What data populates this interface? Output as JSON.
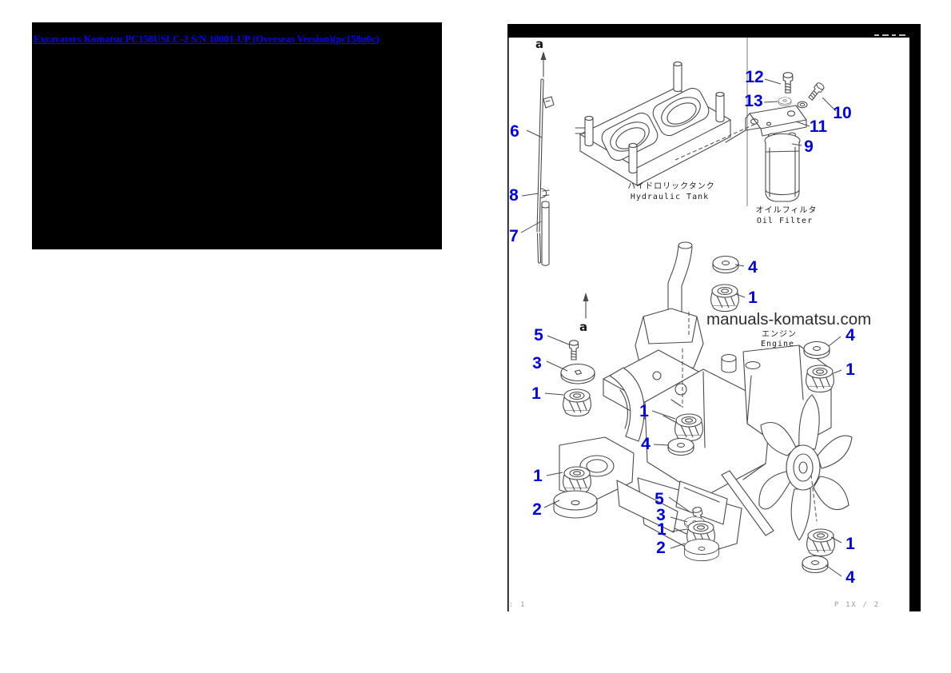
{
  "link": {
    "text": "Excavators Komatsu PC158USLC-2 S/N 10001-UP (Overseas Version)(pc158u0c)",
    "color": "#0000ff"
  },
  "watermark": "manuals-komatsu.com",
  "footer": {
    "left": ": 1",
    "right": "P 1X / 2"
  },
  "view_labels": {
    "top": "a",
    "engine": "a"
  },
  "component_labels": {
    "tank_jp": "ハイドロリックタンク",
    "tank_en": "Hydraulic Tank",
    "filter_jp": "オイルフィルタ",
    "filter_en": "Oil Filter",
    "engine_jp": "エンジン",
    "engine_en": "Engine"
  },
  "colors": {
    "callout": "#0000dd",
    "link": "#0000ff",
    "drawing_line": "#4a4a4a",
    "watermark": "#2e2e2e",
    "panel_frame": "#000000"
  },
  "callouts": [
    {
      "n": "6"
    },
    {
      "n": "8"
    },
    {
      "n": "7"
    },
    {
      "n": "12"
    },
    {
      "n": "13"
    },
    {
      "n": "10"
    },
    {
      "n": "11"
    },
    {
      "n": "9"
    },
    {
      "n": "4"
    },
    {
      "n": "1"
    },
    {
      "n": "4"
    },
    {
      "n": "1"
    },
    {
      "n": "5"
    },
    {
      "n": "3"
    },
    {
      "n": "1"
    },
    {
      "n": "1"
    },
    {
      "n": "4"
    },
    {
      "n": "1"
    },
    {
      "n": "2"
    },
    {
      "n": "5"
    },
    {
      "n": "3"
    },
    {
      "n": "1"
    },
    {
      "n": "2"
    },
    {
      "n": "1"
    },
    {
      "n": "4"
    }
  ]
}
